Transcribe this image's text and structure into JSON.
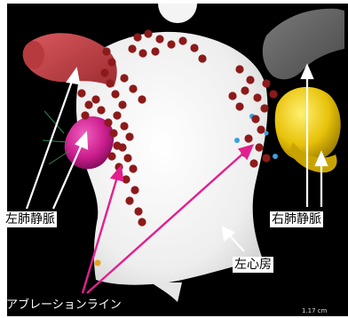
{
  "labels": {
    "left_pv": "左肺静脈",
    "right_pv": "右肺静脈",
    "left_atrium": "左心房",
    "ablation_line": "アブレーションライン",
    "scale": "1.17 cm"
  },
  "colors": {
    "background": "#000000",
    "atrium": "#f2f2f2",
    "left_pv_vessel": "#c8454a",
    "right_pv_vessel": "#666666",
    "pink_vessel": "#cc1f8e",
    "yellow_vessel": "#e8c20a",
    "ablation_points": "#8c1a1a",
    "arrow_white": "#ffffff",
    "arrow_pink": "#e31f8f",
    "label_background": "#ffffff"
  }
}
